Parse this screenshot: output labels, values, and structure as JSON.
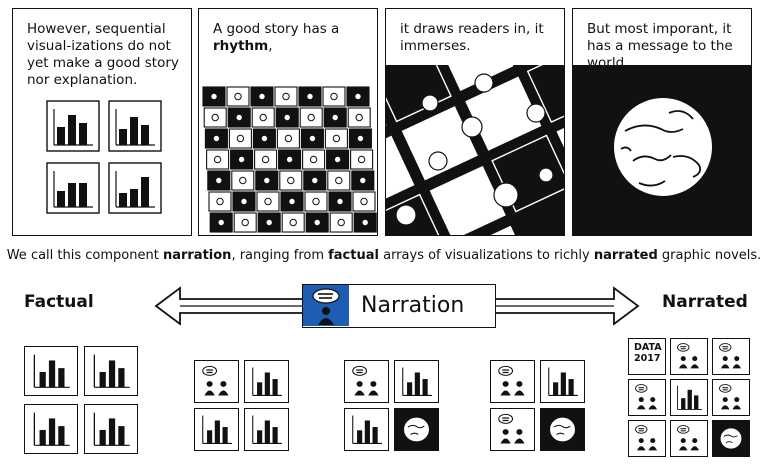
{
  "panels": [
    {
      "caption": "However, sequential visual-izations do not yet make a good story nor explanation."
    },
    {
      "caption_pre": "A good story has a ",
      "caption_bold": "rhythm",
      "caption_post": ","
    },
    {
      "caption": "it draws readers in, it immerses."
    },
    {
      "caption": "But most imporant, it has a message to the world."
    }
  ],
  "sentence": {
    "p1": "We call this component ",
    "b1": "narration",
    "p2": ", ranging from ",
    "b2": "factual",
    "p3": " arrays of visualizations to richly ",
    "b3": "narrated",
    "p4": " graphic novels."
  },
  "spectrum": {
    "left_label": "Factual",
    "center_label": "Narration",
    "right_label": "Narrated"
  },
  "data_tile": {
    "line1": "DATA",
    "line2": "2017"
  },
  "colors": {
    "ink": "#111111",
    "accent_blue": "#1e5db4"
  }
}
